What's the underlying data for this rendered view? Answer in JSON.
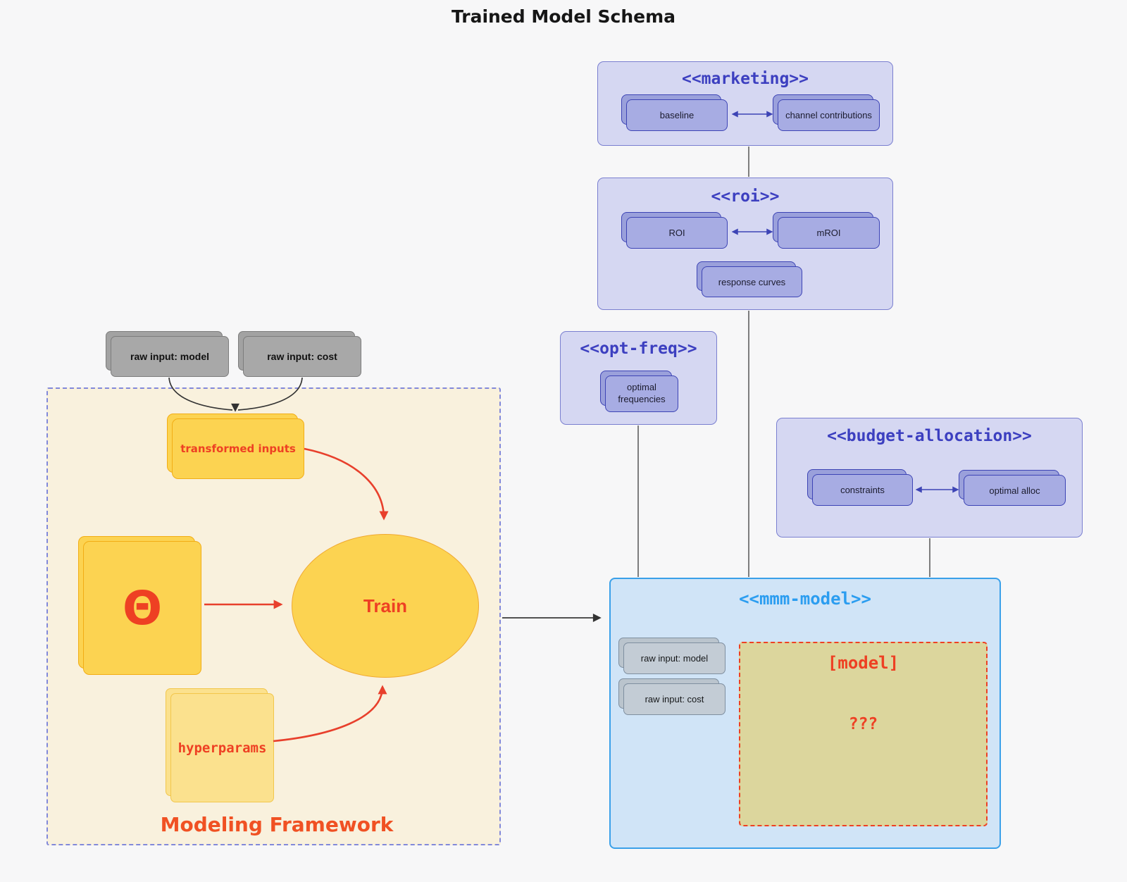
{
  "page": {
    "title": "Trained Model Schema"
  },
  "external_inputs": {
    "raw_model": "raw input: model",
    "raw_cost": "raw input: cost"
  },
  "framework": {
    "label": "Modeling Framework",
    "transformed_inputs": "transformed inputs",
    "theta": "Θ",
    "train": "Train",
    "hyperparams": "hyperparams"
  },
  "marketing": {
    "title": "<<marketing>>",
    "baseline": "baseline",
    "channel_contributions": "channel contributions"
  },
  "roi": {
    "title": "<<roi>>",
    "roi": "ROI",
    "mroi": "mROI",
    "response_curves": "response curves"
  },
  "opt_freq": {
    "title": "<<opt-freq>>",
    "optimal_frequencies": "optimal frequencies"
  },
  "budget_allocation": {
    "title": "<<budget-allocation>>",
    "constraints": "constraints",
    "optimal_alloc": "optimal alloc"
  },
  "mmm_model": {
    "title": "<<mmm-model>>",
    "raw_model": "raw input: model",
    "raw_cost": "raw input: cost",
    "model_placeholder": "[model]",
    "unknown": "???"
  },
  "colors": {
    "background": "#f7f7f8",
    "lavender_fill": "#d5d7f2",
    "lavender_border": "#7a7fd0",
    "purple_node_fill": "#a7ace3",
    "purple_node_border": "#3d44b5",
    "indigo_title": "#3c3fc0",
    "mmm_fill": "#d0e4f7",
    "mmm_border": "#3aa0e9",
    "mmm_title": "#2b9df0",
    "gray_node_fill": "#a8a8a8",
    "light_gray_node_fill": "#c3ccd5",
    "cream_fill": "#f9f1dd",
    "framework_border": "#8289da",
    "yellow_fill": "#fcd351",
    "yellow_border": "#f2ad15",
    "light_yellow_fill": "#fbe18e",
    "khaki_fill": "#dcd69d",
    "red_accent": "#ee4023",
    "framework_label_color": "#f05123"
  }
}
